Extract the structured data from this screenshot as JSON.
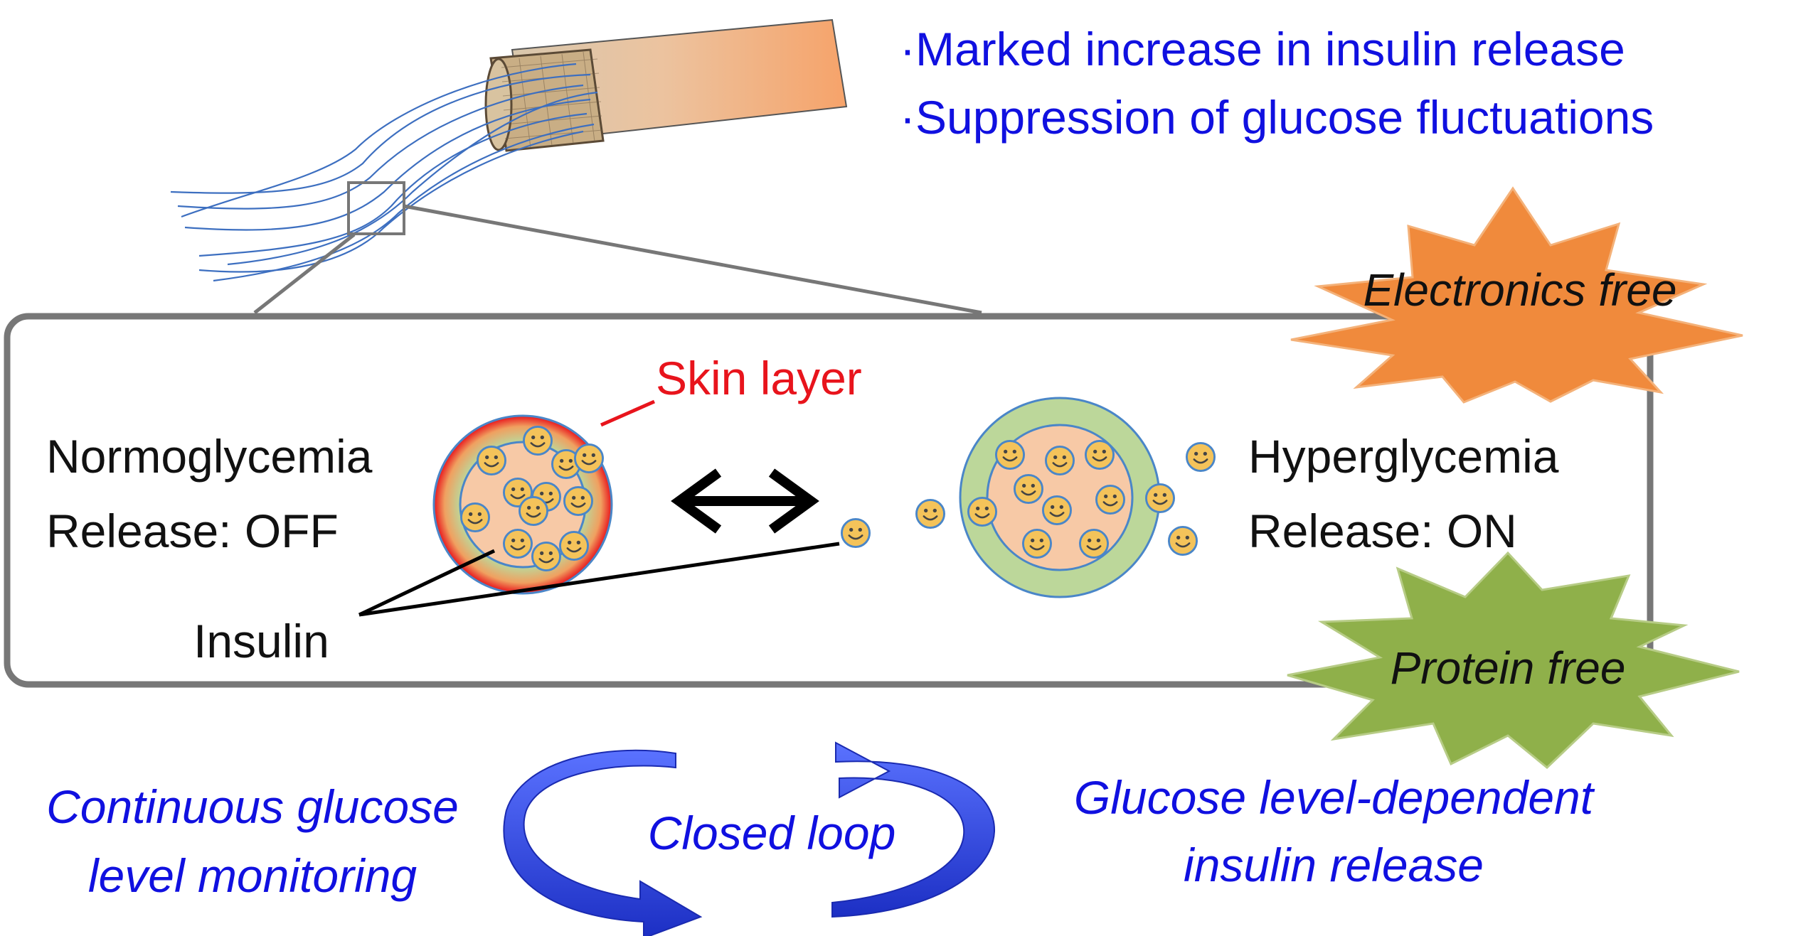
{
  "bullets": [
    "·Marked increase in insulin release",
    "·Suppression of glucose fluctuations"
  ],
  "badges": {
    "electronics": "Electronics free",
    "protein": "Protein free"
  },
  "labels": {
    "skin_layer": "Skin layer",
    "insulin": "Insulin",
    "left_state": {
      "line1": "Normoglycemia",
      "line2": "Release: OFF"
    },
    "right_state": {
      "line1": "Hyperglycemia",
      "line2": "Release: ON"
    }
  },
  "loop": {
    "left": {
      "line1": "Continuous glucose",
      "line2": "level monitoring"
    },
    "center": "Closed loop",
    "right": {
      "line1": "Glucose level-dependent",
      "line2": "insulin release"
    }
  },
  "colors": {
    "blue_text": "#1010e0",
    "skin_red": "#e8141c",
    "badge_orange": "#f08a3c",
    "badge_green": "#8fb04a",
    "particle_core": "#f7c9a6",
    "particle_shell": "#bcd79a",
    "insulin_yellow": "#f4c35a",
    "arrow_blue": "#2d44d8"
  }
}
